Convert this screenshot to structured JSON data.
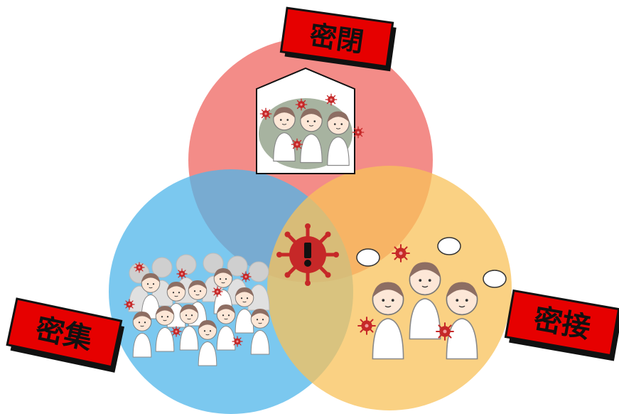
{
  "labels": {
    "closed": "密閉",
    "crowded": "密集",
    "close_contact": "密接"
  },
  "colors": {
    "closed_circle": "#ef6b66",
    "crowded_circle": "#4fb6ea",
    "contact_circle": "#f8c25a",
    "label_bg": "#e60000",
    "label_shadow": "#111111",
    "virus": "#c62828"
  },
  "icons": {
    "center": "virus-alert-icon",
    "closed": "house-people-icon",
    "crowded": "crowd-icon",
    "contact": "talking-people-icon"
  }
}
